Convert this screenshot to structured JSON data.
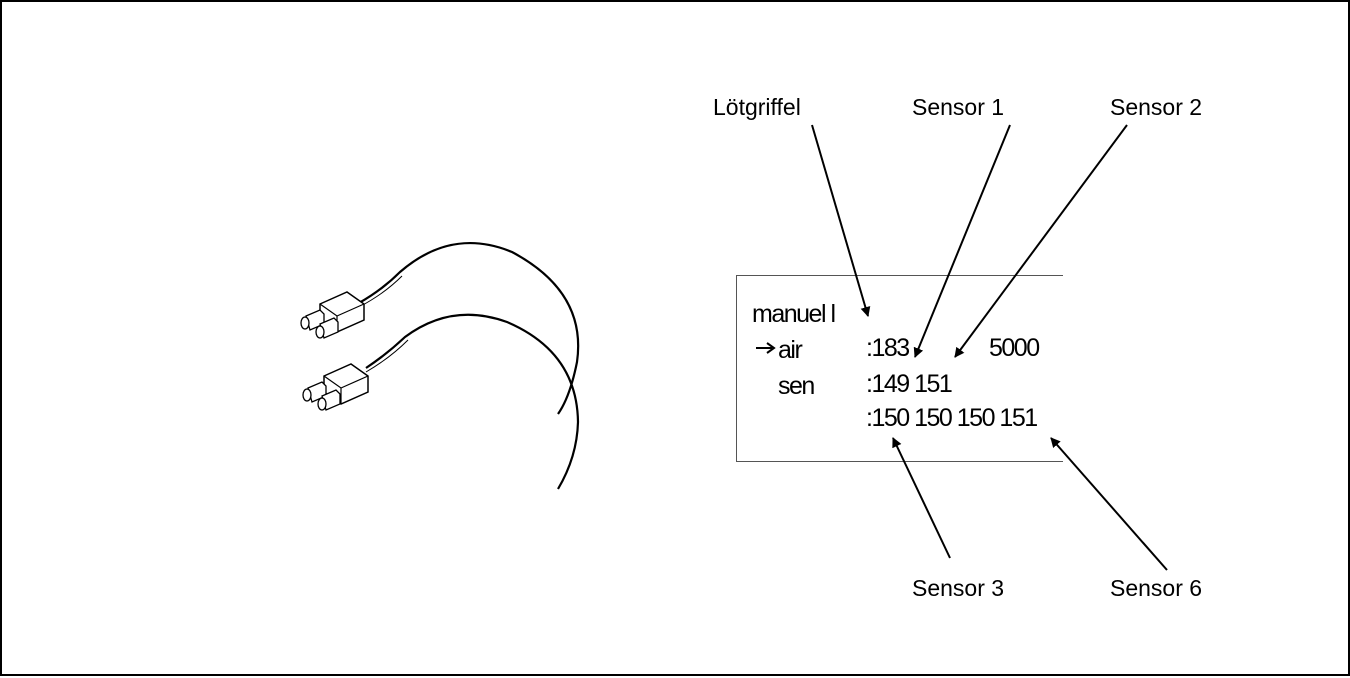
{
  "labels": {
    "loetgriffel": "Lötgriffel",
    "sensor1": "Sensor 1",
    "sensor2": "Sensor 2",
    "sensor3": "Sensor 3",
    "sensor6": "Sensor 6"
  },
  "display": {
    "mode": "manuel l",
    "row_air": {
      "label": "air",
      "values": ":183",
      "setpoint": "5000"
    },
    "row_sen": {
      "label": "sen",
      "values": ":149 151"
    },
    "row_sensors": {
      "values": ":150 150 150 151"
    }
  },
  "icons": {
    "cursor": "right-arrow-icon",
    "connector": "sensor-connector-icon"
  },
  "colors": {
    "line": "#000000",
    "background": "#ffffff"
  }
}
